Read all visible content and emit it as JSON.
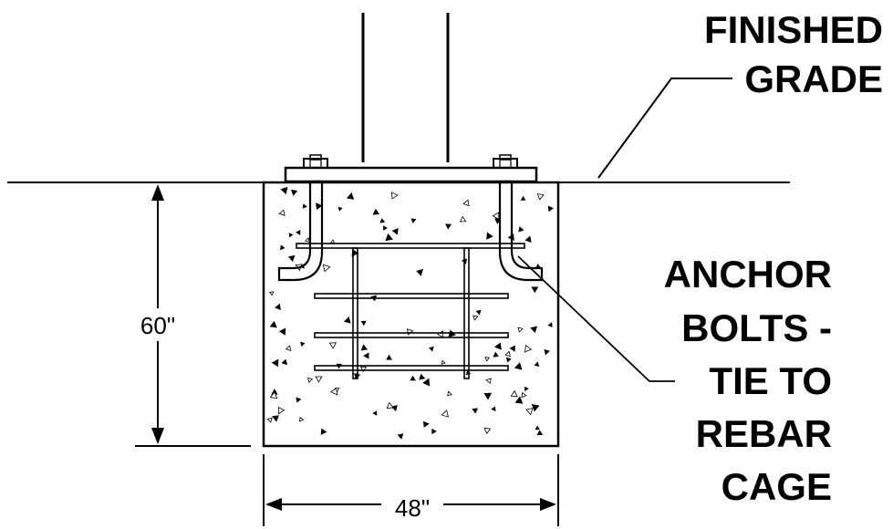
{
  "labels": {
    "finished_grade": [
      "FINISHED",
      "GRADE"
    ],
    "anchor_bolts": [
      "ANCHOR",
      "BOLTS -",
      "TIE TO",
      "REBAR",
      "CAGE"
    ]
  },
  "dimensions": {
    "depth": "60\"",
    "width": "48\""
  },
  "colors": {
    "line": "#000000",
    "background": "#ffffff"
  }
}
